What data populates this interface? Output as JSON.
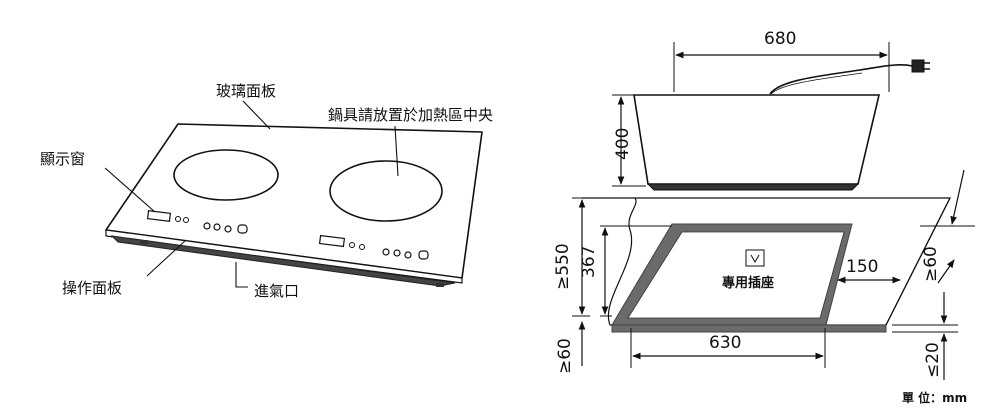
{
  "left_labels": {
    "glass_panel": "玻璃面板",
    "cookware_center": "鍋具請放置於加熱區中央",
    "display_window": "顯示窗",
    "control_panel": "操作面板",
    "air_inlet": "進氣口"
  },
  "dimensions": {
    "width_top": "680",
    "height_400": "400",
    "min_550": "≥550",
    "depth_367": "367",
    "offset_150": "150",
    "min_right_60": "≥60",
    "min_left_60": "≥60",
    "width_cutout": "630",
    "min_20": "≤20"
  },
  "outlet_label": "專用插座",
  "unit_label": "單 位：mm",
  "colors": {
    "line": "#111111",
    "cutout_fill": "#6b6b6b",
    "counter_fill": "#ffffff"
  }
}
